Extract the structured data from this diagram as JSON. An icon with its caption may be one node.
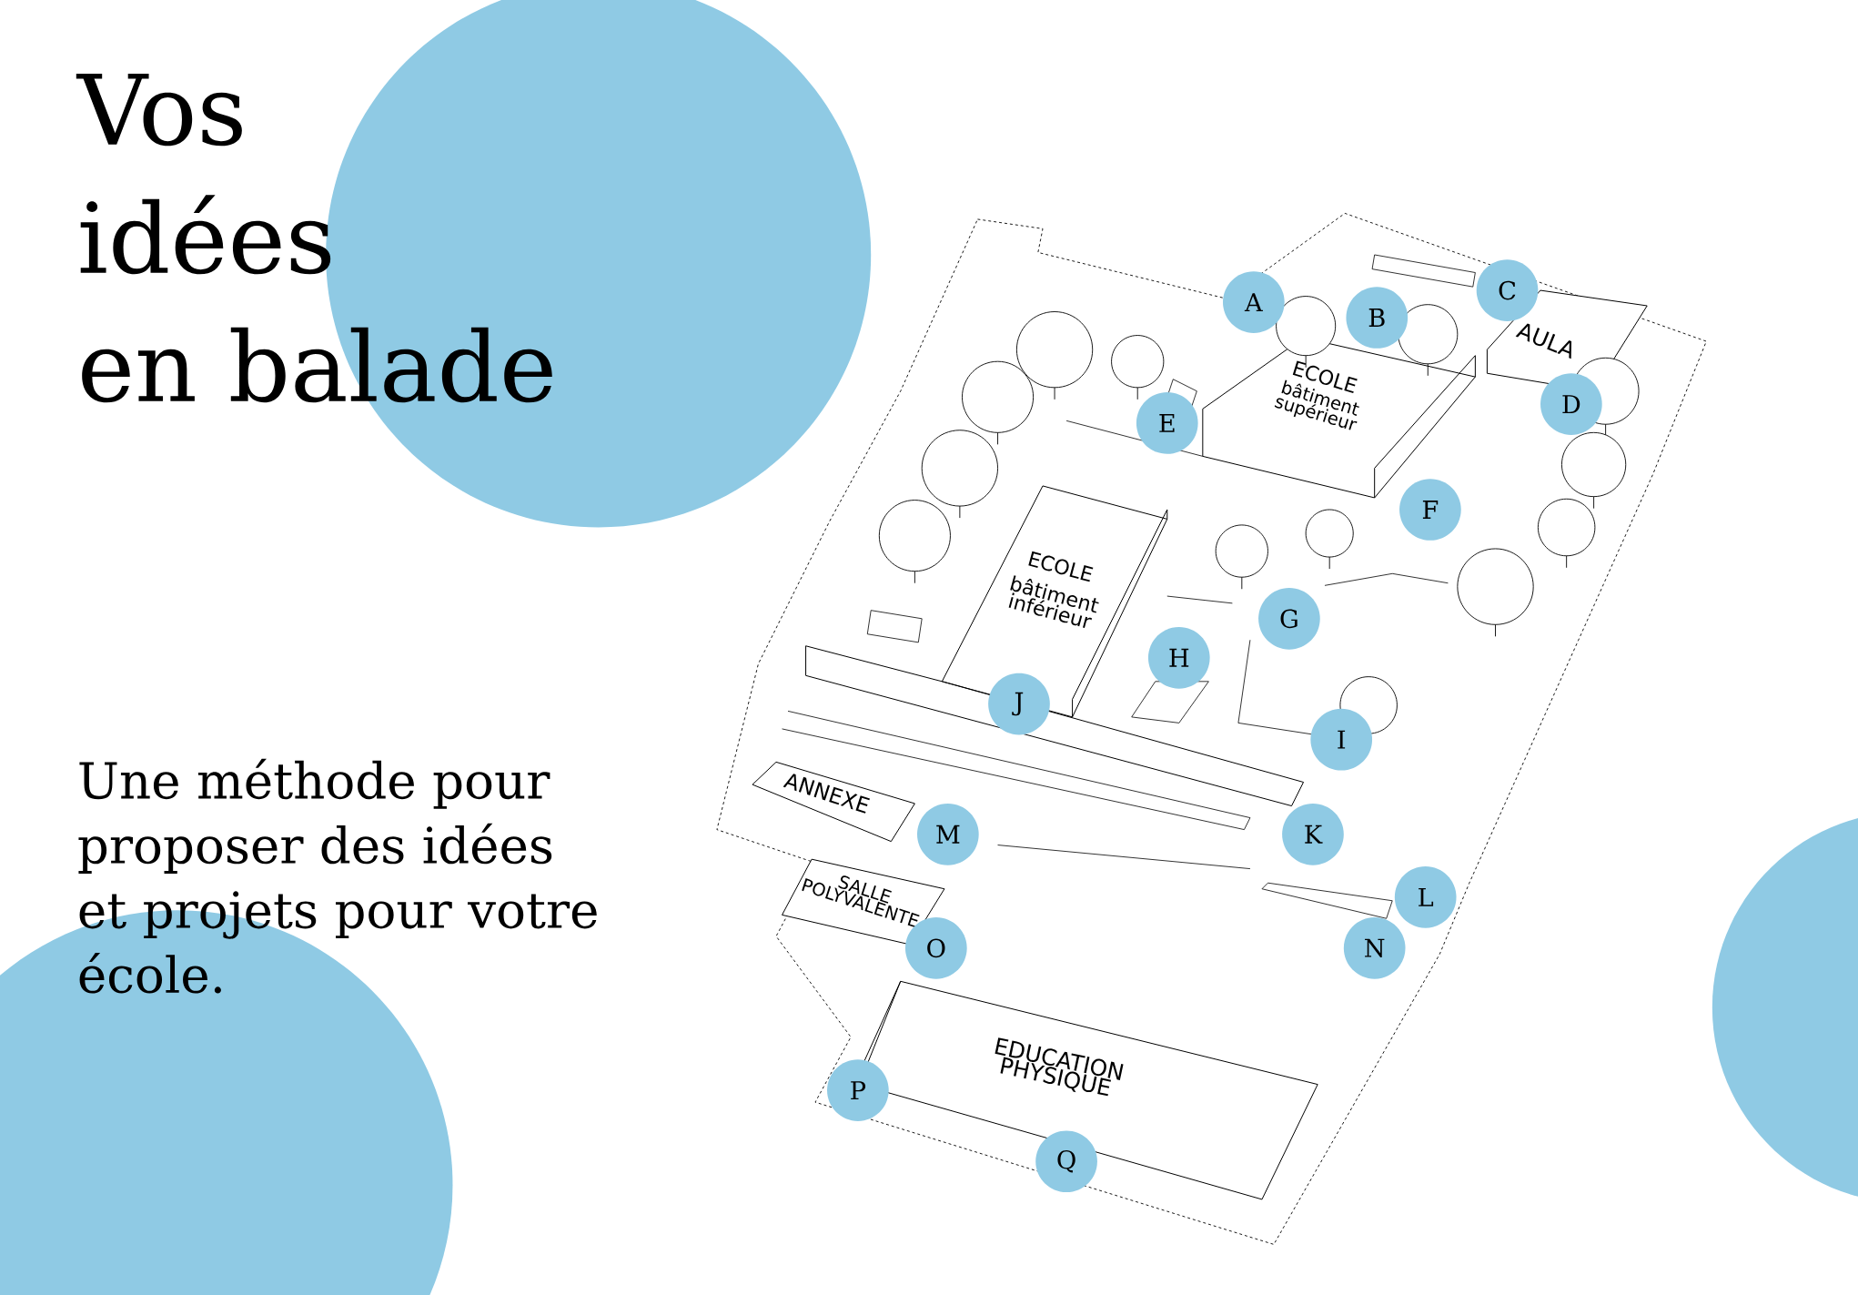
{
  "diagram": {
    "title": "Vos idées en balade",
    "nodes": [
      {
        "text": [
          "A"
        ]
      },
      {
        "text": [
          "B"
        ]
      },
      {
        "text": [
          "C"
        ]
      },
      {
        "text": [
          "D"
        ]
      },
      {
        "text": [
          "E"
        ]
      },
      {
        "text": [
          "F"
        ]
      },
      {
        "text": [
          "G"
        ]
      },
      {
        "text": [
          "H"
        ]
      },
      {
        "text": [
          "I"
        ]
      },
      {
        "text": [
          "J"
        ]
      },
      {
        "text": [
          "K"
        ]
      },
      {
        "text": [
          "L"
        ]
      },
      {
        "text": [
          "M"
        ]
      },
      {
        "text": [
          "N"
        ]
      },
      {
        "text": [
          "O"
        ]
      },
      {
        "text": [
          "P"
        ]
      },
      {
        "text": [
          "Q"
        ]
      }
    ],
    "labels": [
      "Une méthode pour proposer des idées et projets pour votre école.",
      "ECOLE",
      "bâtiment supérieur",
      "AULA",
      "ECOLE",
      "bâtiment inférieur",
      "ANNEXE",
      "SALLE POLYVALENTE",
      "EDUCATION PHYSIQUE"
    ]
  }
}
